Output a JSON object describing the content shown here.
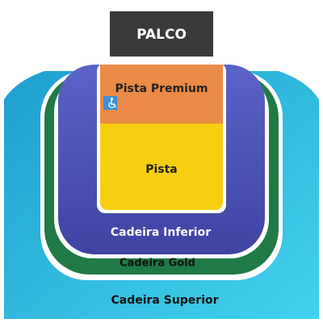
{
  "stage": {
    "label": "PALCO",
    "color": "#3a3a3a"
  },
  "sections": {
    "cadeira_superior": {
      "label": "Cadeira Superior",
      "color": "#2bb3dc"
    },
    "cadeira_gold": {
      "label": "Cadeira Gold",
      "color": "#1f7a46"
    },
    "cadeira_inferior": {
      "label": "Cadeira Inferior",
      "color": "#4a4cab"
    },
    "pista_premium": {
      "label": "Pista Premium",
      "color": "#ec8a47"
    },
    "pista": {
      "label": "Pista",
      "color": "#f6cf10"
    }
  },
  "accessibility": {
    "icon": "wheelchair-icon",
    "color": "#3d8fd6"
  }
}
